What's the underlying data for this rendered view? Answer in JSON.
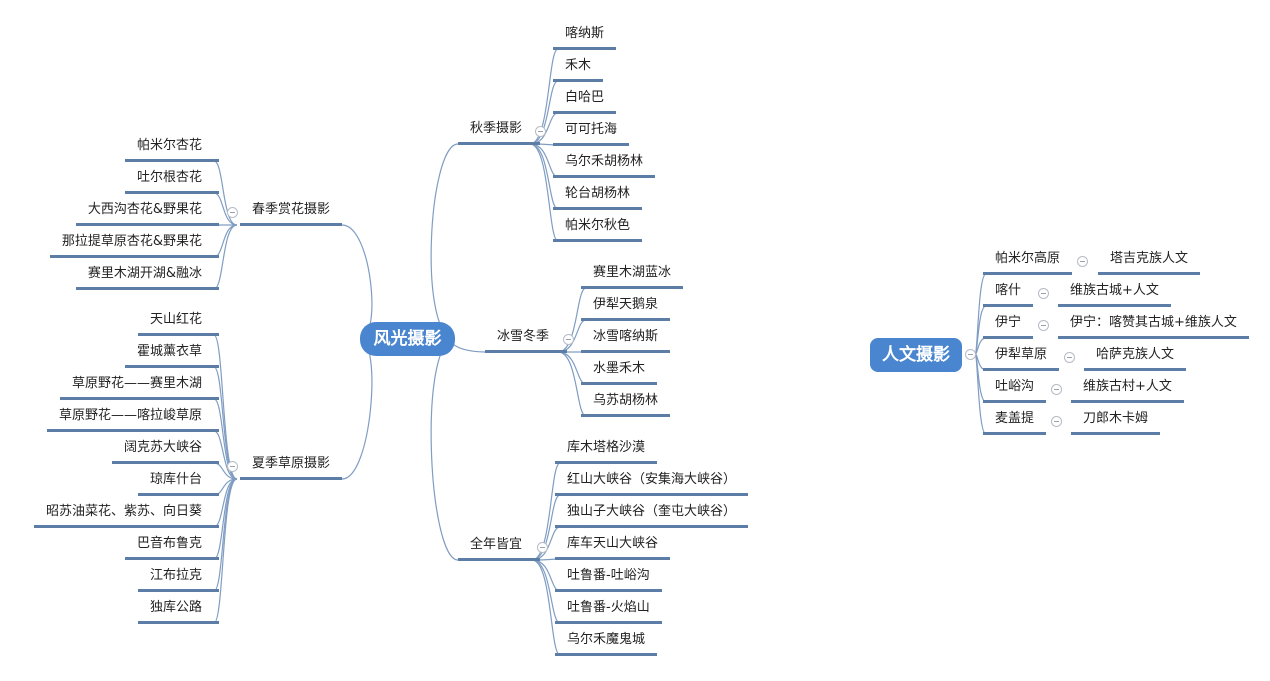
{
  "central": "风光摄影",
  "branches": [
    {
      "label": "秋季摄影",
      "children": [
        "喀纳斯",
        "禾木",
        "白哈巴",
        "可可托海",
        "乌尔禾胡杨林",
        "轮台胡杨林",
        "帕米尔秋色"
      ]
    },
    {
      "label": "冰雪冬季",
      "children": [
        "赛里木湖蓝冰",
        "伊犁天鹅泉",
        "冰雪喀纳斯",
        "水墨禾木",
        "乌苏胡杨林"
      ]
    },
    {
      "label": "全年皆宜",
      "children": [
        "库木塔格沙漠",
        "红山大峡谷（安集海大峡谷）",
        "独山子大峡谷（奎屯大峡谷）",
        "库车天山大峡谷",
        "吐鲁番-吐峪沟",
        "吐鲁番-火焰山",
        "乌尔禾魔鬼城"
      ]
    },
    {
      "label": "春季赏花摄影",
      "children": [
        "帕米尔杏花",
        "吐尔根杏花",
        "大西沟杏花&野果花",
        "那拉提草原杏花&野果花",
        "赛里木湖开湖&融冰"
      ]
    },
    {
      "label": "夏季草原摄影",
      "children": [
        "天山红花",
        "霍城薰衣草",
        "草原野花——赛里木湖",
        "草原野花——喀拉峻草原",
        "阔克苏大峡谷",
        "琼库什台",
        "昭苏油菜花、紫苏、向日葵",
        "巴音布鲁克",
        "江布拉克",
        "独库公路"
      ]
    }
  ],
  "culture": {
    "label": "人文摄影",
    "rows": [
      {
        "place": "帕米尔高原",
        "detail": "塔吉克族人文"
      },
      {
        "place": "喀什",
        "detail": "维族古城+人文"
      },
      {
        "place": "伊宁",
        "detail": "伊宁：喀赞其古城+维族人文"
      },
      {
        "place": "伊犁草原",
        "detail": "哈萨克族人文"
      },
      {
        "place": "吐峪沟",
        "detail": "维族古村+人文"
      },
      {
        "place": "麦盖提",
        "detail": "刀郎木卡姆"
      }
    ]
  },
  "colors": {
    "pill": "#4a86cf",
    "underline": "#5b7da6",
    "connector": "#7f9dc2"
  }
}
